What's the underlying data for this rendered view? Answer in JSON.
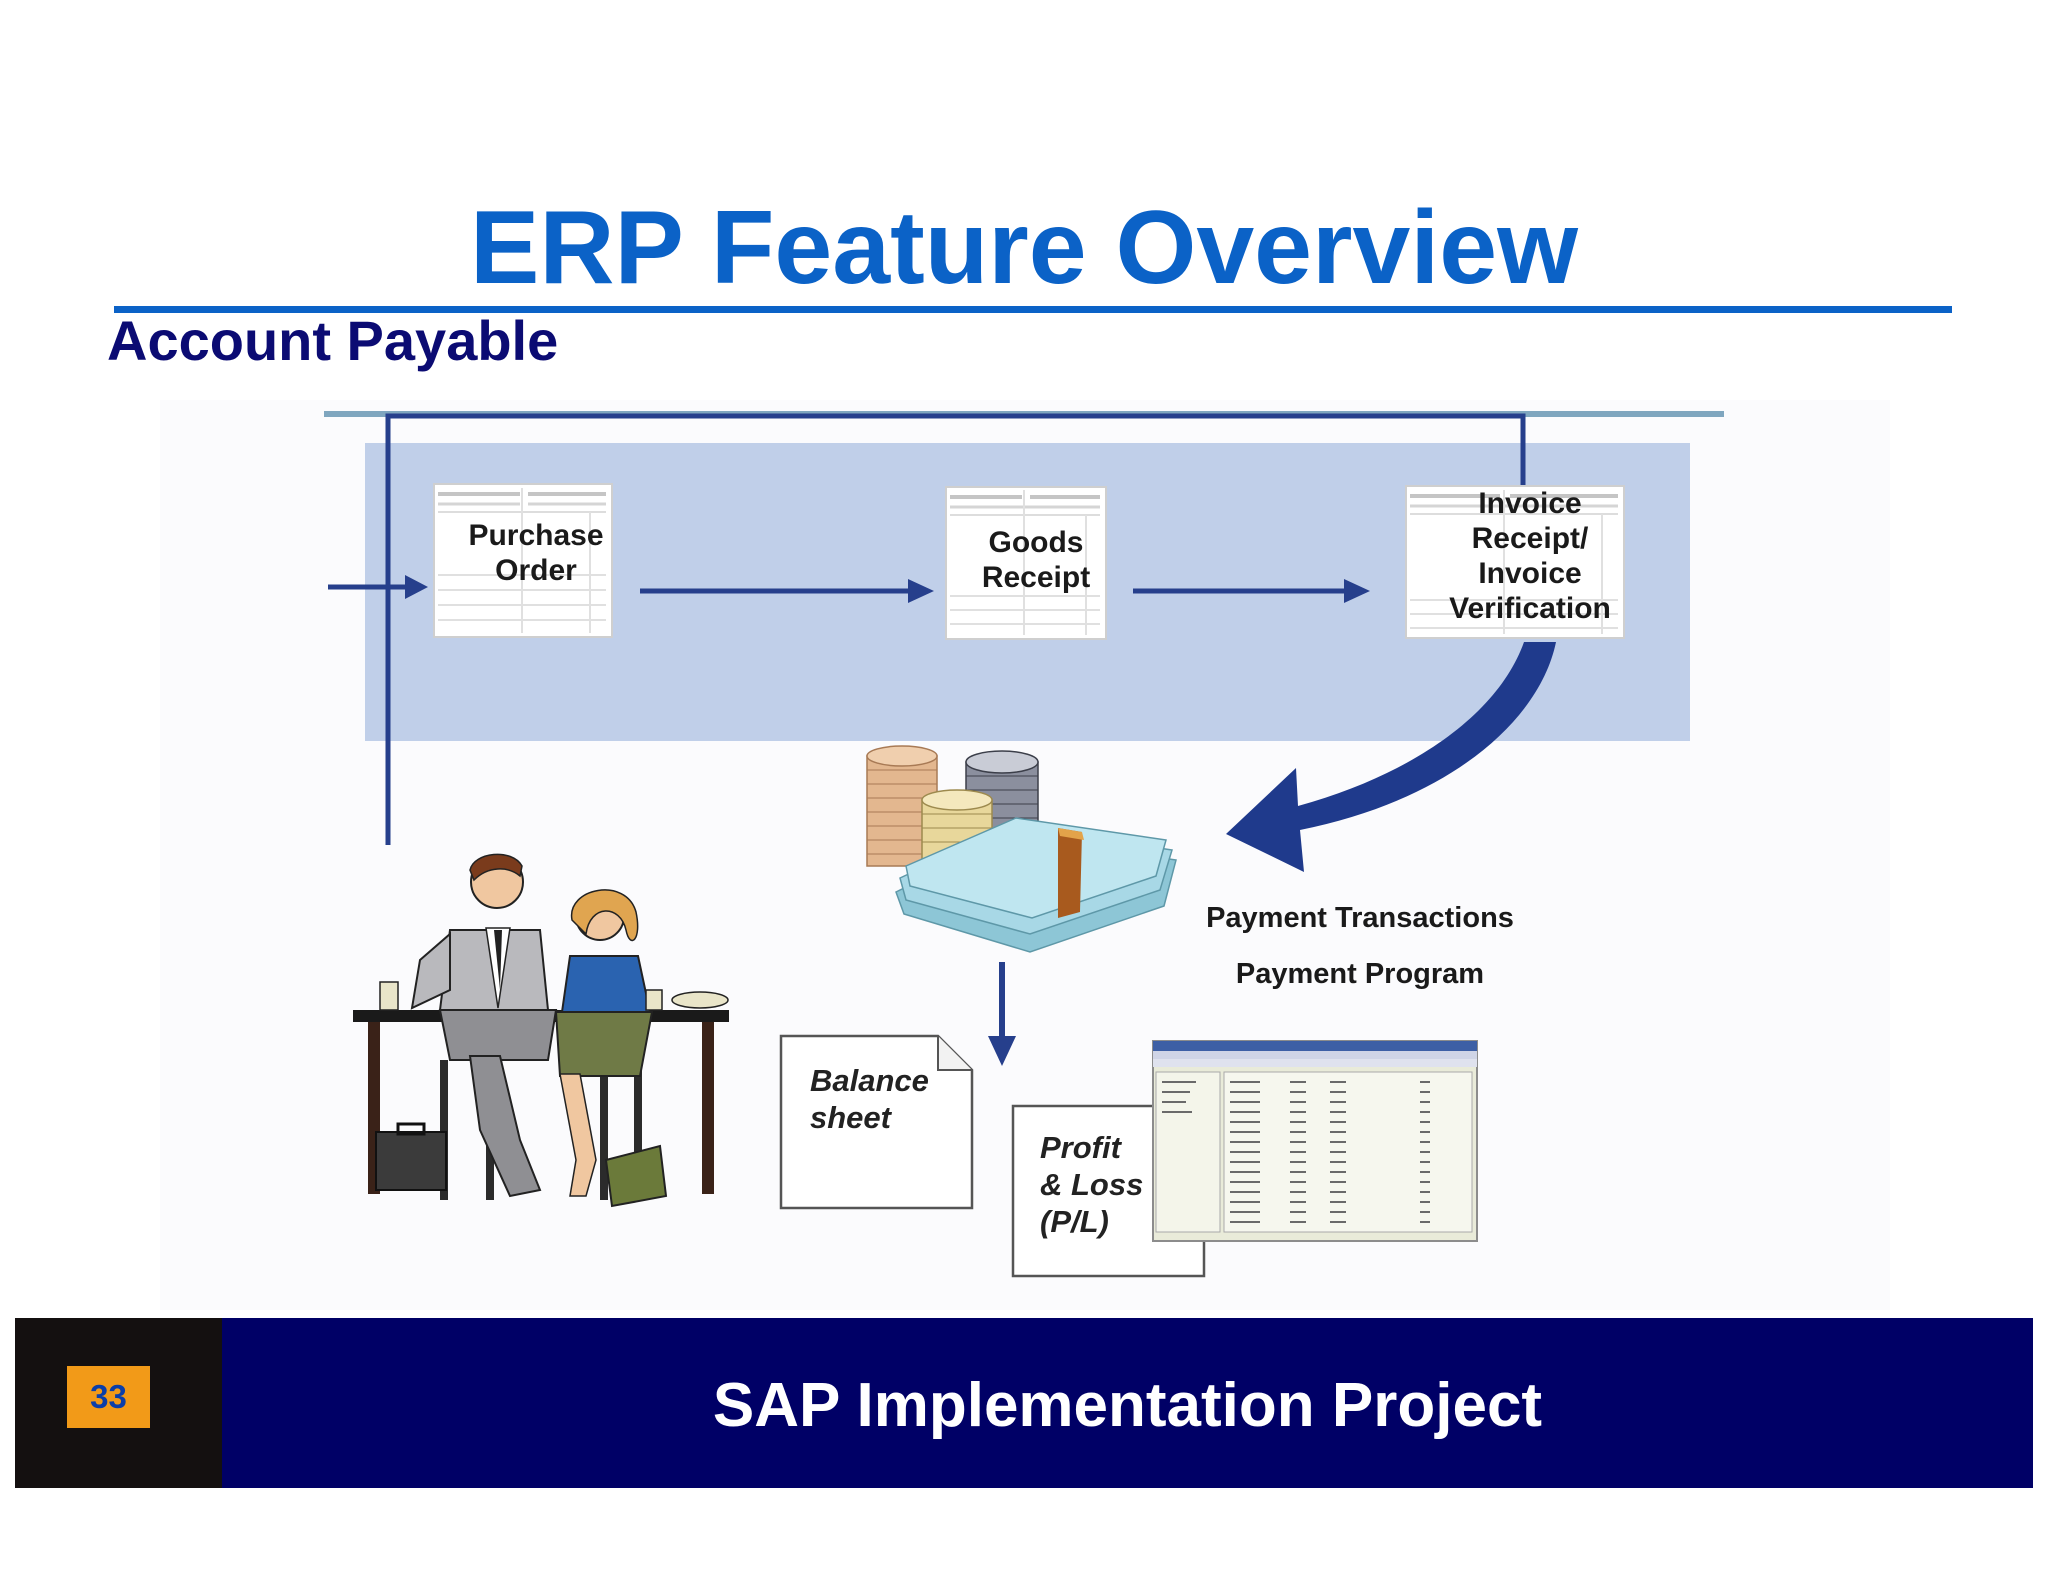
{
  "slide": {
    "title": "ERP Feature Overview",
    "subtitle": "Account Payable"
  },
  "process": {
    "purchase_order": [
      "Purchase",
      "Order"
    ],
    "goods_receipt": [
      "Goods",
      "Receipt"
    ],
    "invoice": [
      "Invoice",
      "Receipt/",
      "Invoice",
      "Verification"
    ]
  },
  "payment": {
    "transactions": "Payment Transactions",
    "program": "Payment Program"
  },
  "reports": {
    "balance_sheet": [
      "Balance",
      "sheet"
    ],
    "profit_loss": [
      "Profit",
      "& Loss",
      "(P/L)"
    ]
  },
  "footer": {
    "page_number": "33",
    "project": "SAP Implementation Project"
  },
  "colors": {
    "title_blue": "#0b62c7",
    "navy": "#000066",
    "process_band": "#c0cfe9",
    "arrow": "#263f8c",
    "page_badge": "#f29a18"
  }
}
